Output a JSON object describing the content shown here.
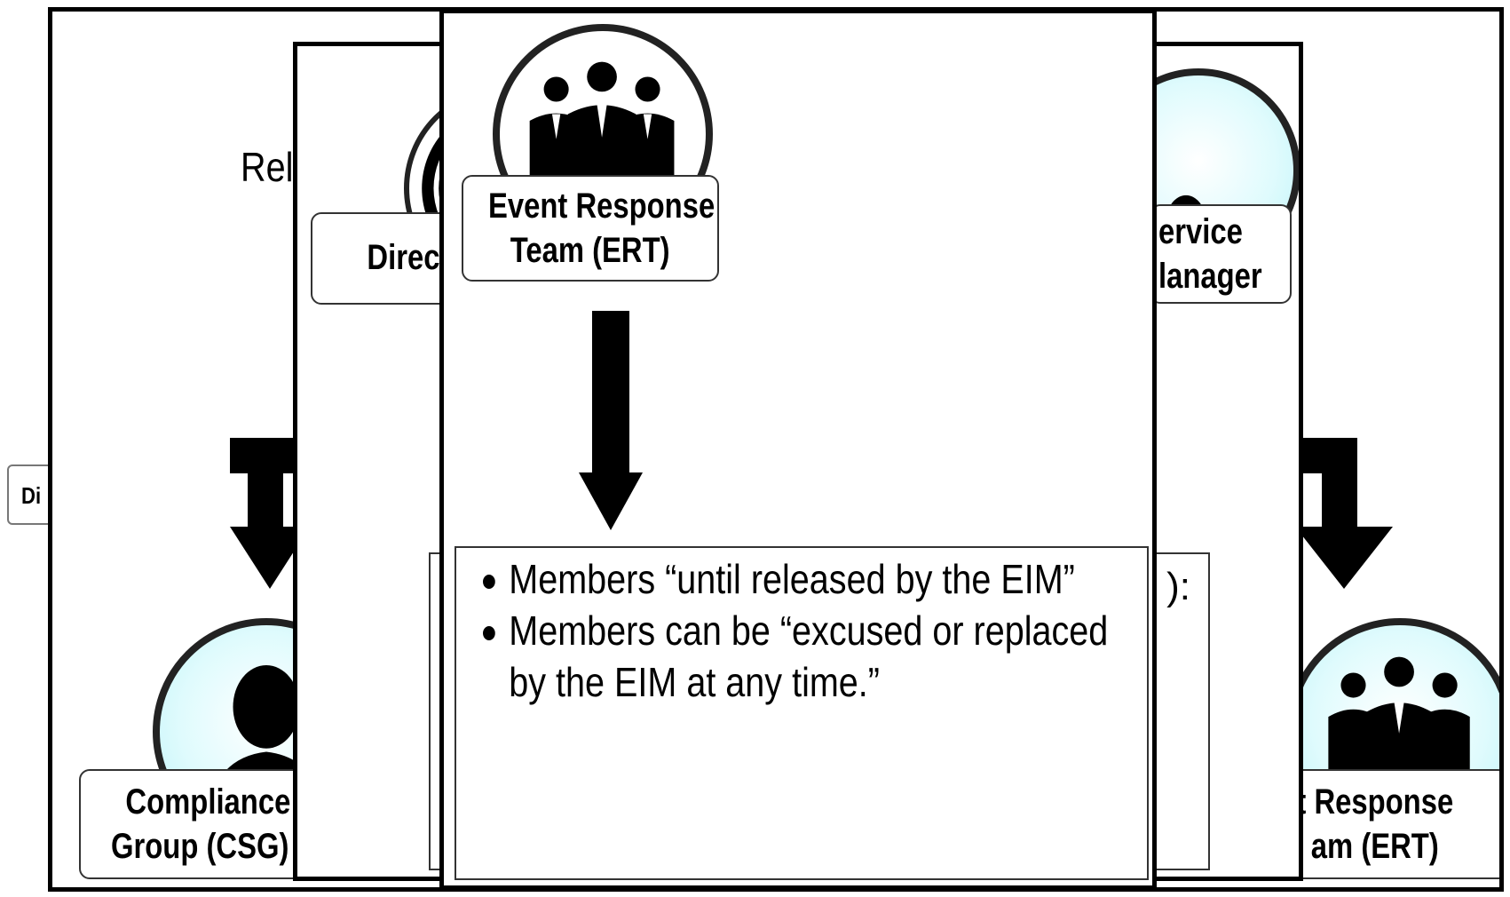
{
  "colors": {
    "circle_fill": "#dffbfd",
    "frame_border": "#000000",
    "label_border": "#333333"
  },
  "side_tab": {
    "label": "Di"
  },
  "back_slide": {
    "relationship_text": "Rela",
    "left_node": {
      "label_line1": "Compliance",
      "label_line2": "Group (CSG) I",
      "icon": "person-icon"
    },
    "right_node": {
      "label_line1": "t Response",
      "label_line2": "am (ERT)",
      "icon": "team-icon"
    }
  },
  "middle_slide": {
    "director_label": "Directo",
    "service_manager_line1": "ervice",
    "service_manager_line2": "lanager",
    "partial_box_text": "):"
  },
  "front_slide": {
    "title_line1": "Event Response",
    "title_line2": "Team (ERT)",
    "icon": "team-icon",
    "bullets": [
      "Members “until released by the EIM”",
      "Members can be “excused or replaced",
      "by the EIM at any time.”"
    ]
  }
}
